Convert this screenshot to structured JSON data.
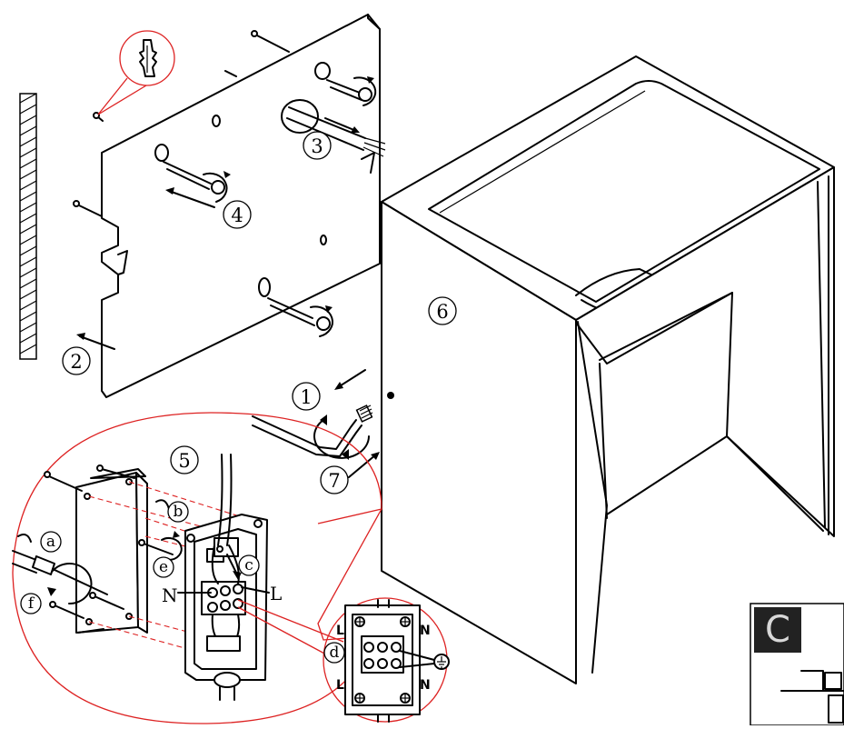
{
  "steps": {
    "s1": "1",
    "s2": "2",
    "s3": "3",
    "s4": "4",
    "s5": "5",
    "s6": "6",
    "s7": "7"
  },
  "substeps": {
    "a": "a",
    "b": "b",
    "c": "c",
    "d": "d",
    "e": "e",
    "f": "f"
  },
  "wiring": {
    "neutral": "N",
    "live": "L",
    "terminal_left_top": "L",
    "terminal_right_top": "N",
    "terminal_left_bottom": "L",
    "terminal_right_bottom": "N",
    "earth_icon": "earth-ground-symbol"
  },
  "corner_badge": "C",
  "colors": {
    "line": "#000000",
    "callout": "#dd2222",
    "badge_bg": "#222222"
  }
}
